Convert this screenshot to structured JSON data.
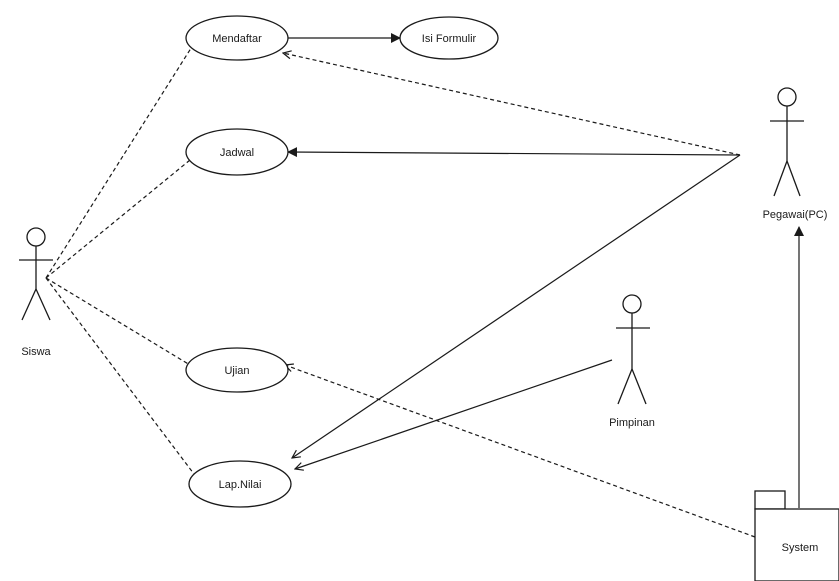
{
  "actors": {
    "siswa": "Siswa",
    "pegawai": "Pegawai(PC)",
    "pimpinan": "Pimpinan"
  },
  "use_cases": {
    "mendaftar": "Mendaftar",
    "isi_formulir": "Isi Formulir",
    "jadwal": "Jadwal",
    "ujian": "Ujian",
    "laporan": "Lap.Nilai"
  },
  "system": {
    "label": "System"
  }
}
